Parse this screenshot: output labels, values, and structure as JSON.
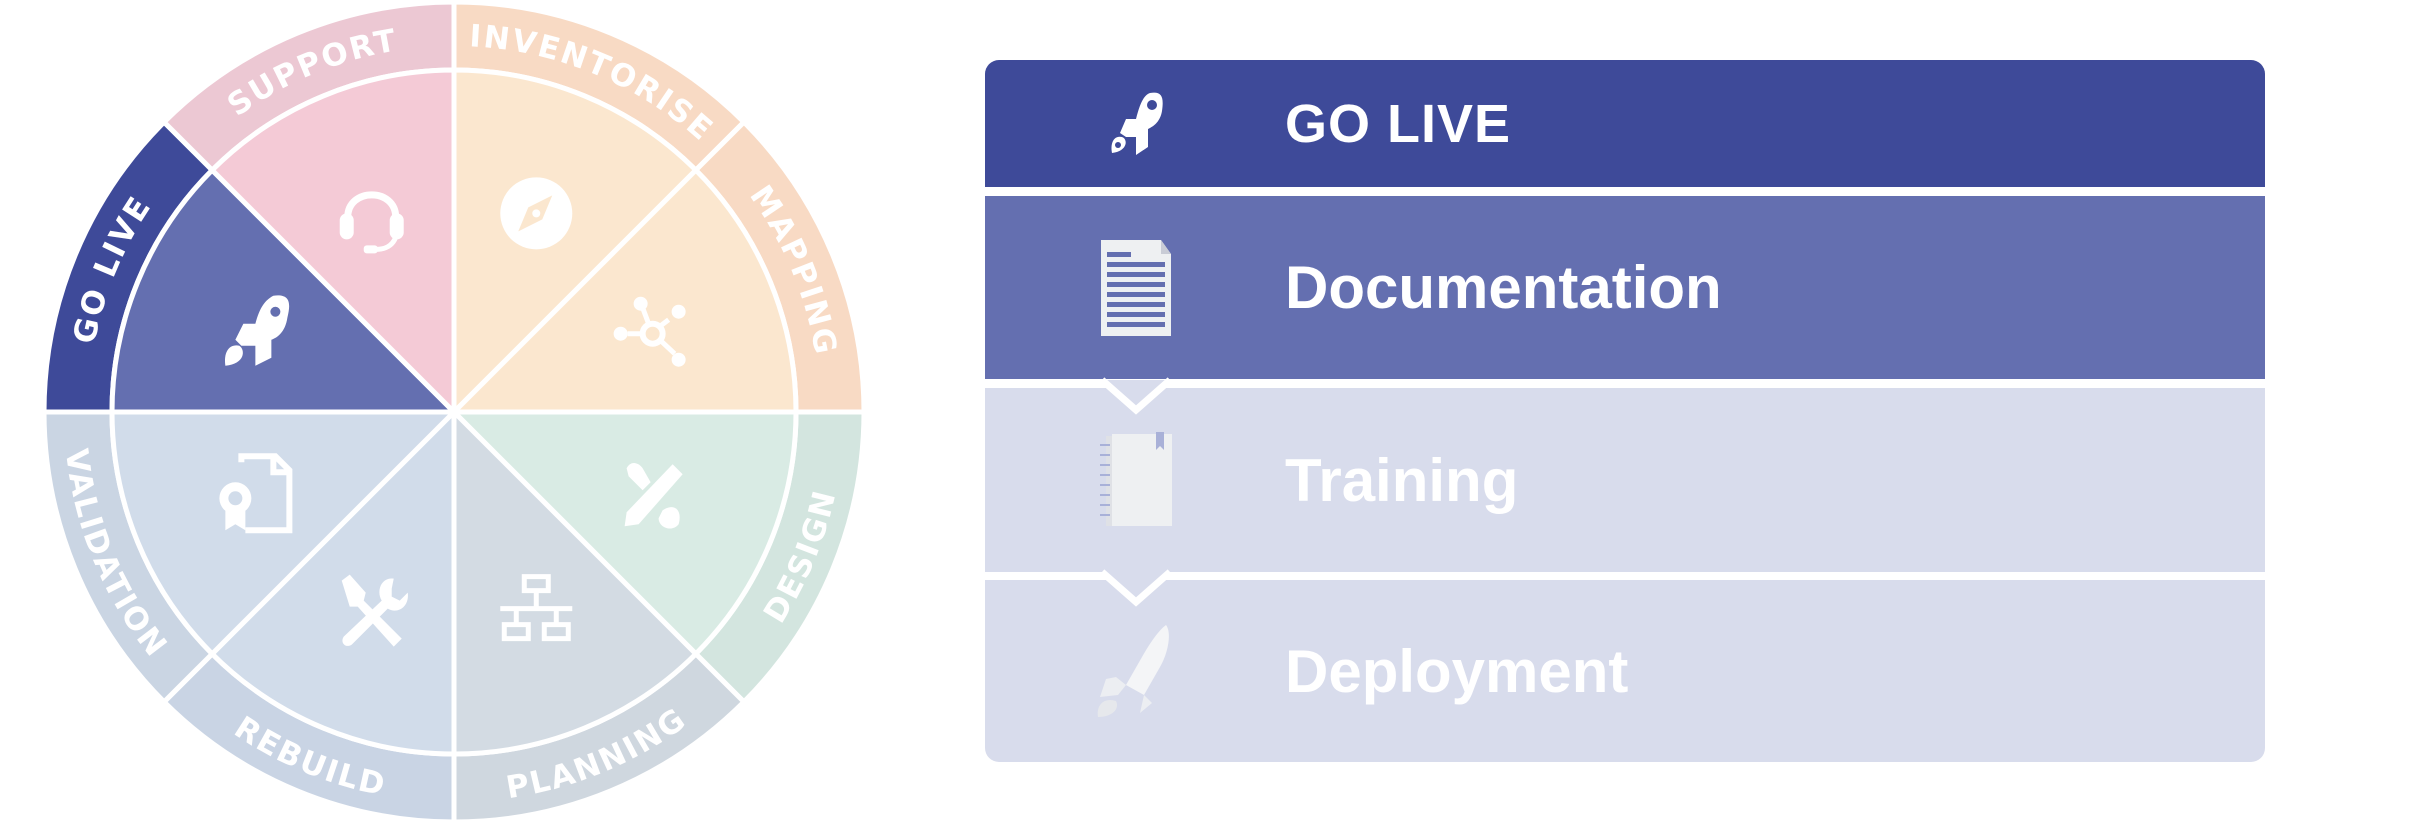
{
  "wheel": {
    "segments": [
      {
        "label": "GO LIVE",
        "icon": "rocket-icon",
        "outer": "#3e4a99",
        "inner": "#646fb0"
      },
      {
        "label": "SUPPORT",
        "icon": "headset-icon",
        "outer": "#ecc8d3",
        "inner": "#f4cad6"
      },
      {
        "label": "INVENTORISE",
        "icon": "compass-icon",
        "outer": "#f8dac4",
        "inner": "#fbe7cf"
      },
      {
        "label": "MAPPING",
        "icon": "network-nodes-icon",
        "outer": "#f8dac4",
        "inner": "#fbe7cf"
      },
      {
        "label": "DESIGN",
        "icon": "pencil-ruler-icon",
        "outer": "#d3e5df",
        "inner": "#d9ebe4"
      },
      {
        "label": "PLANNING",
        "icon": "sitemap-icon",
        "outer": "#cfd7df",
        "inner": "#d3dbe3"
      },
      {
        "label": "REBUILD",
        "icon": "tools-icon",
        "outer": "#c9d4e4",
        "inner": "#d1dcea"
      },
      {
        "label": "VALIDATION",
        "icon": "certificate-icon",
        "outer": "#cad5e3",
        "inner": "#d1dcea"
      }
    ]
  },
  "steps": {
    "header": {
      "label": "GO LIVE",
      "icon": "rocket-icon"
    },
    "items": [
      {
        "label": "Documentation",
        "icon": "document-icon",
        "state": "active"
      },
      {
        "label": "Training",
        "icon": "notebook-icon",
        "state": "inactive"
      },
      {
        "label": "Deployment",
        "icon": "rocket-icon",
        "state": "inactive"
      }
    ]
  },
  "colors": {
    "go_live": "#3e4a99",
    "active": "#646fb0",
    "inactive": "#d8dcec"
  }
}
